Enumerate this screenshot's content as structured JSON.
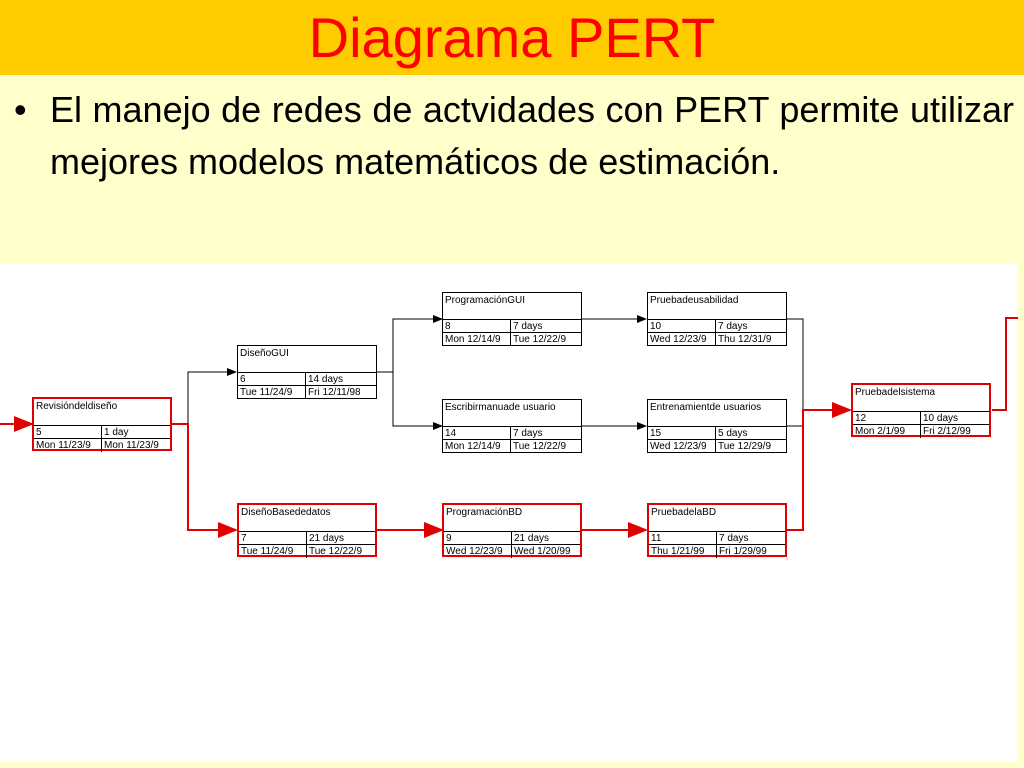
{
  "header": {
    "title": "Diagrama PERT"
  },
  "bullet": {
    "dot": "•",
    "text": "El manejo de redes de actvidades con PERT permite utilizar mejores modelos matemáticos de estimación."
  },
  "colors": {
    "title_bar": "#ffcc00",
    "title_text": "#ff0000",
    "background": "#ffffcc",
    "critical_path": "#e00000"
  },
  "tasks": [
    {
      "name": "Revisióndeldiseño",
      "id": "5",
      "duration": "1 day",
      "start": "Mon 11/23/9",
      "finish": "Mon 11/23/9",
      "critical": true
    },
    {
      "name": "DiseñoGUI",
      "id": "6",
      "duration": "14 days",
      "start": "Tue 11/24/9",
      "finish": "Fri 12/11/98",
      "critical": false
    },
    {
      "name": "DiseñoBasededatos",
      "id": "7",
      "duration": "21 days",
      "start": "Tue 11/24/9",
      "finish": "Tue 12/22/9",
      "critical": true
    },
    {
      "name": "ProgramaciónGUI",
      "id": "8",
      "duration": "7 days",
      "start": "Mon 12/14/9",
      "finish": "Tue 12/22/9",
      "critical": false
    },
    {
      "name": "Escribirmanuade usuario",
      "id": "14",
      "duration": "7 days",
      "start": "Mon 12/14/9",
      "finish": "Tue 12/22/9",
      "critical": false
    },
    {
      "name": "ProgramaciónBD",
      "id": "9",
      "duration": "21 days",
      "start": "Wed 12/23/9",
      "finish": "Wed 1/20/99",
      "critical": true
    },
    {
      "name": "Pruebadeusabilidad",
      "id": "10",
      "duration": "7 days",
      "start": "Wed 12/23/9",
      "finish": "Thu 12/31/9",
      "critical": false
    },
    {
      "name": "Entrenamientde usuarios",
      "id": "15",
      "duration": "5 days",
      "start": "Wed 12/23/9",
      "finish": "Tue 12/29/9",
      "critical": false
    },
    {
      "name": "PruebadelaBD",
      "id": "11",
      "duration": "7 days",
      "start": "Thu 1/21/99",
      "finish": "Fri 1/29/99",
      "critical": true
    },
    {
      "name": "Pruebadelsistema",
      "id": "12",
      "duration": "10 days",
      "start": "Mon 2/1/99",
      "finish": "Fri 2/12/99",
      "critical": true
    }
  ]
}
